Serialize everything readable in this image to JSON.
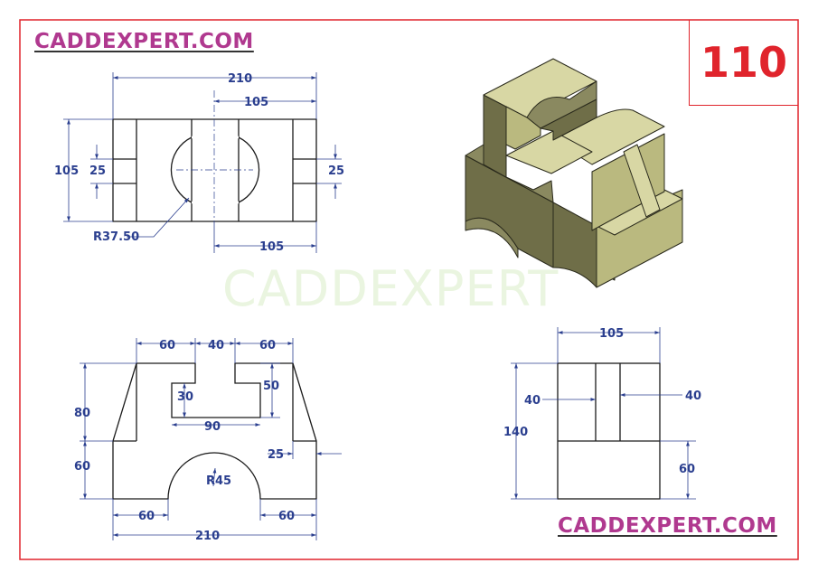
{
  "branding": {
    "top_text": "CADDEXPERT.COM",
    "bottom_text": "CADDEXPERT.COM",
    "watermark": "CADDEXPERT",
    "sheet_number": "110"
  },
  "colors": {
    "border": "#e0242c",
    "brand": "#b0398f",
    "sheet_number": "#e0242c",
    "dimension": "#2b3f8f",
    "outline": "#1a1a1a",
    "watermark": "#eaf5e0",
    "solid_top": "#d8d7a4",
    "solid_front": "#b9b880",
    "solid_side": "#6f6e48"
  },
  "top_view": {
    "dim_total_width": "210",
    "dim_half_width_top": "105",
    "dim_half_width_bottom": "105",
    "dim_height": "105",
    "dim_slot_left": "25",
    "dim_slot_right": "25",
    "dim_radius": "R37.50"
  },
  "front_view": {
    "dim_top_left": "60",
    "dim_top_mid": "40",
    "dim_top_right": "60",
    "dim_upper_height": "80",
    "dim_lower_height": "60",
    "dim_slot_depth": "30",
    "dim_slot_width": "90",
    "dim_right_depth": "50",
    "dim_step": "25",
    "dim_radius": "R45",
    "dim_bottom_left": "60",
    "dim_bottom_right": "60",
    "dim_bottom_total": "210"
  },
  "side_view": {
    "dim_width": "105",
    "dim_height": "140",
    "dim_left_inner": "40",
    "dim_right_inner": "40",
    "dim_lower": "60"
  }
}
